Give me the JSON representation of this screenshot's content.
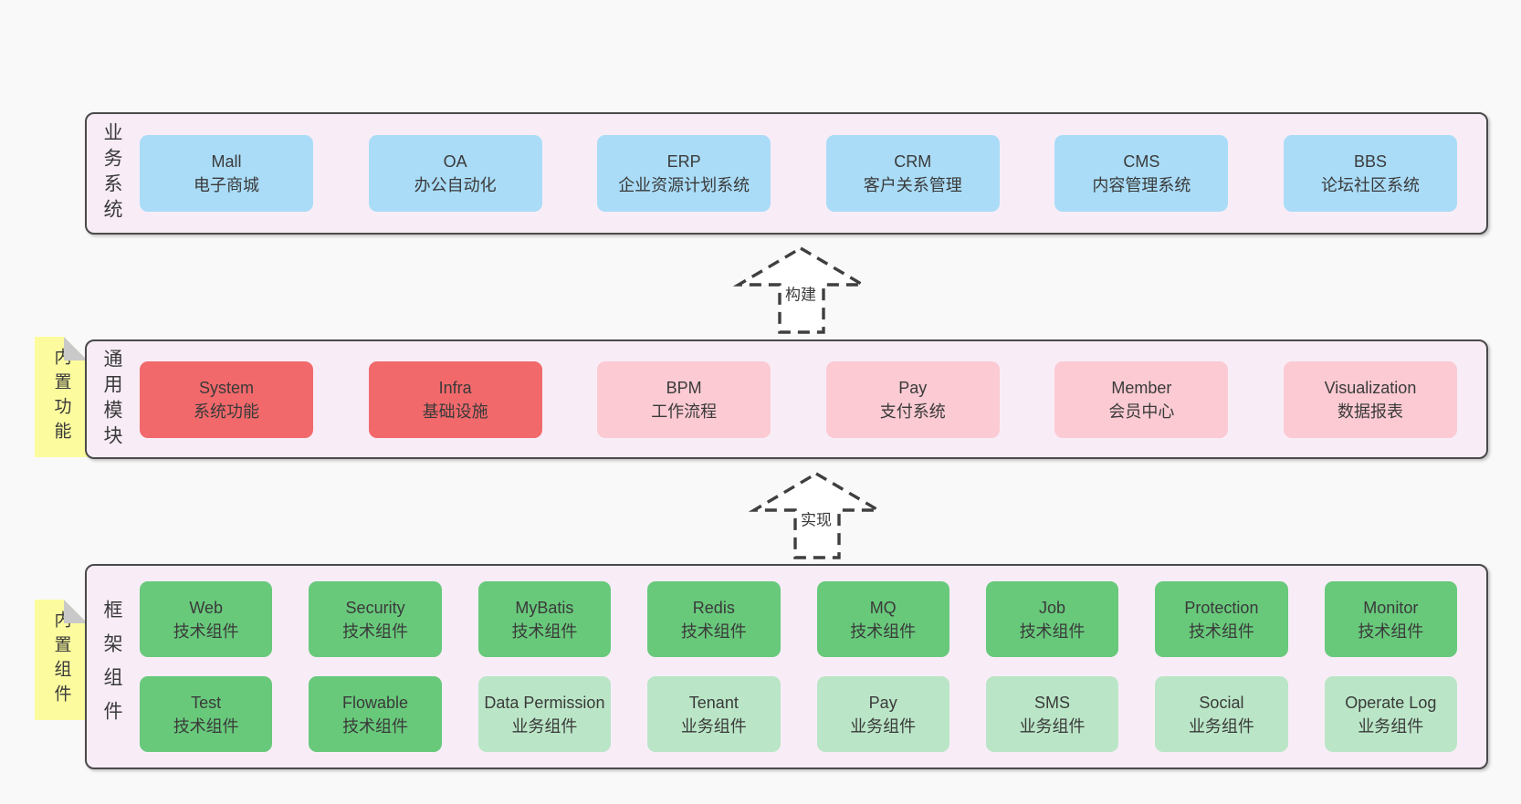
{
  "colors": {
    "page_bg": "#f9f9f9",
    "container_bg": "#f8edf7",
    "container_border": "#4a4a4a",
    "box_blue": "#aadcf7",
    "box_red": "#f1696b",
    "box_pink": "#fbcad3",
    "box_green": "#68c97b",
    "box_lightgreen": "#bae6c7",
    "note_yellow": "#fcfc9f",
    "note_fold_gray": "#c9c9c9",
    "text": "#3a3a3a"
  },
  "arrows": [
    {
      "label": "构建"
    },
    {
      "label": "实现"
    }
  ],
  "layers": [
    {
      "id": "business-systems",
      "label": "业务系统",
      "boxes": [
        {
          "name": "Mall",
          "desc": "电子商城"
        },
        {
          "name": "OA",
          "desc": "办公自动化"
        },
        {
          "name": "ERP",
          "desc": "企业资源计划系统"
        },
        {
          "name": "CRM",
          "desc": "客户关系管理"
        },
        {
          "name": "CMS",
          "desc": "内容管理系统"
        },
        {
          "name": "BBS",
          "desc": "论坛社区系统"
        }
      ]
    },
    {
      "id": "common-modules",
      "label": "通用模块",
      "note": "内置功能",
      "boxes": [
        {
          "name": "System",
          "desc": "系统功能"
        },
        {
          "name": "Infra",
          "desc": "基础设施"
        },
        {
          "name": "BPM",
          "desc": "工作流程"
        },
        {
          "name": "Pay",
          "desc": "支付系统"
        },
        {
          "name": "Member",
          "desc": "会员中心"
        },
        {
          "name": "Visualization",
          "desc": "数据报表"
        }
      ]
    },
    {
      "id": "framework-components",
      "label": "框架组件",
      "note": "内置组件",
      "boxes": [
        {
          "name": "Web",
          "desc": "技术组件"
        },
        {
          "name": "Security",
          "desc": "技术组件"
        },
        {
          "name": "MyBatis",
          "desc": "技术组件"
        },
        {
          "name": "Redis",
          "desc": "技术组件"
        },
        {
          "name": "MQ",
          "desc": "技术组件"
        },
        {
          "name": "Job",
          "desc": "技术组件"
        },
        {
          "name": "Protection",
          "desc": "技术组件"
        },
        {
          "name": "Monitor",
          "desc": "技术组件"
        },
        {
          "name": "Test",
          "desc": "技术组件"
        },
        {
          "name": "Flowable",
          "desc": "技术组件"
        },
        {
          "name": "Data Permission",
          "desc": "业务组件"
        },
        {
          "name": "Tenant",
          "desc": "业务组件"
        },
        {
          "name": "Pay",
          "desc": "业务组件"
        },
        {
          "name": "SMS",
          "desc": "业务组件"
        },
        {
          "name": "Social",
          "desc": "业务组件"
        },
        {
          "name": "Operate Log",
          "desc": "业务组件"
        }
      ]
    }
  ]
}
